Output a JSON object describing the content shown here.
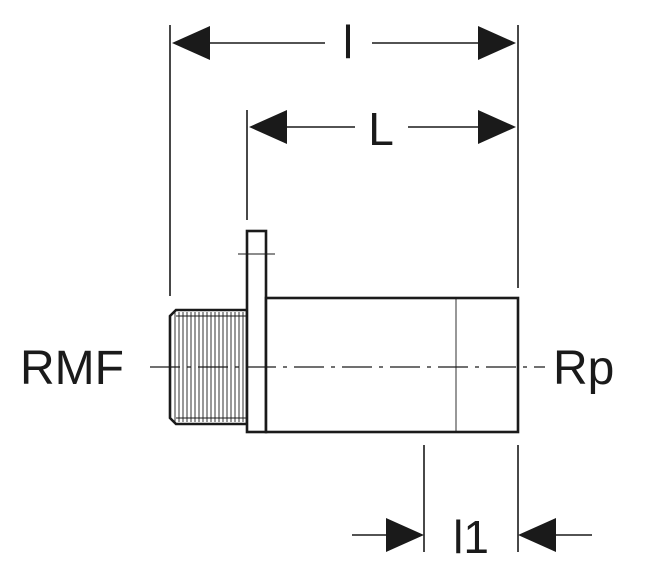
{
  "diagram": {
    "labels": {
      "overall_length": "l",
      "body_length": "L",
      "socket_depth": "l1",
      "left_connection": "RMF",
      "right_connection": "Rp"
    },
    "colors": {
      "line": "#1a1a1a",
      "background": "#ffffff"
    }
  }
}
